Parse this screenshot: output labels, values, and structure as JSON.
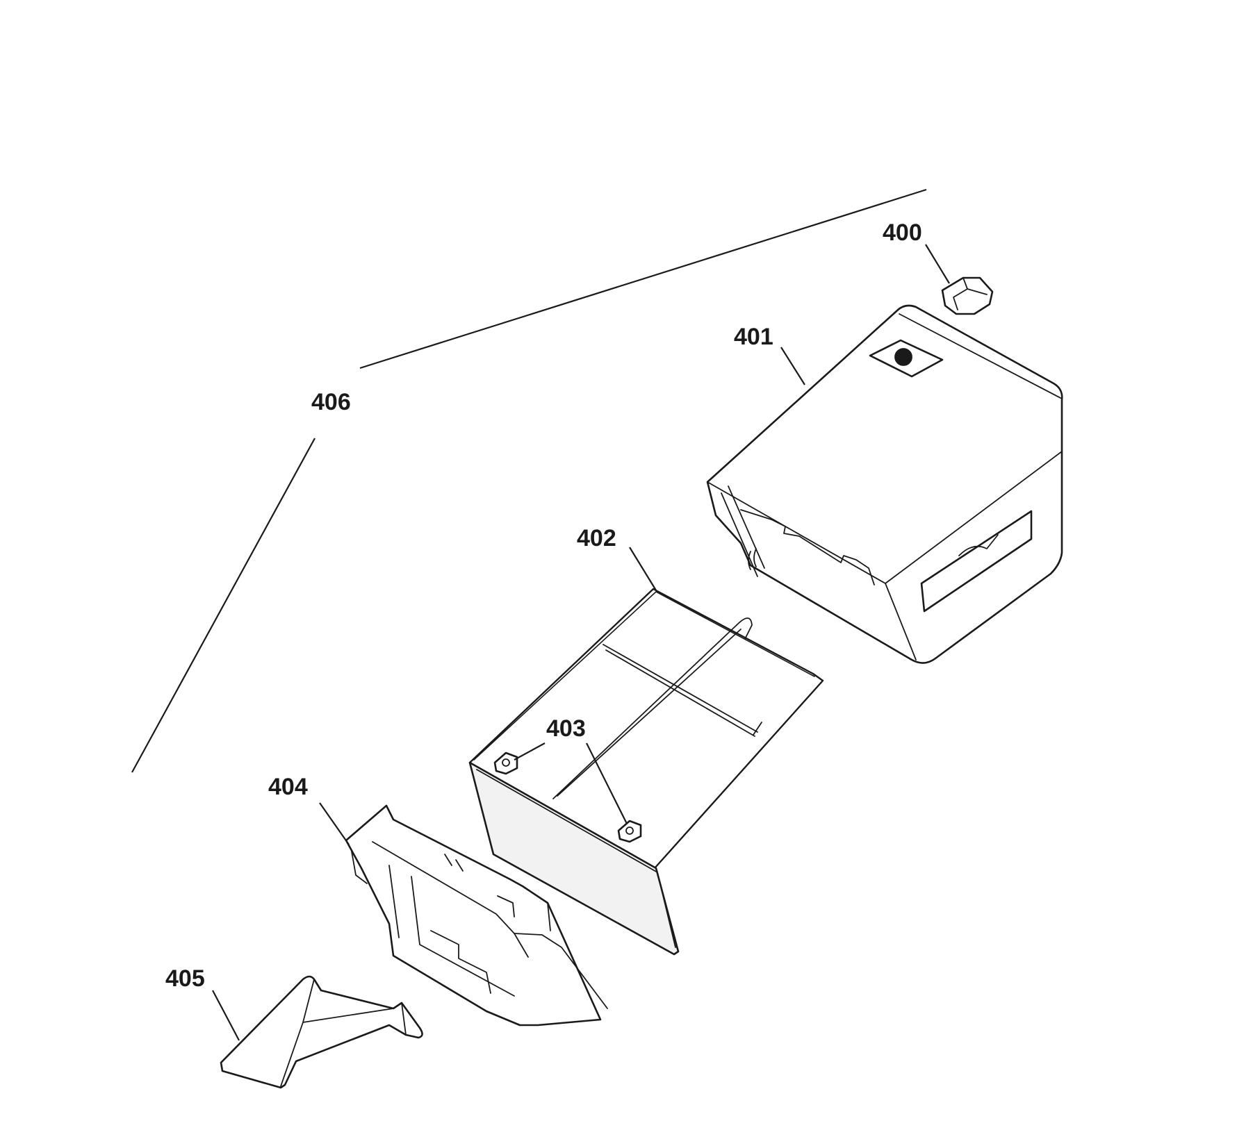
{
  "diagram": {
    "type": "exploded-parts-view",
    "callouts": [
      {
        "id": "400",
        "label": "400"
      },
      {
        "id": "401",
        "label": "401"
      },
      {
        "id": "402",
        "label": "402"
      },
      {
        "id": "403",
        "label": "403"
      },
      {
        "id": "404",
        "label": "404"
      },
      {
        "id": "405",
        "label": "405"
      },
      {
        "id": "406",
        "label": "406"
      }
    ],
    "colors": {
      "ink": "#1a1a1a",
      "background": "#ffffff"
    }
  }
}
